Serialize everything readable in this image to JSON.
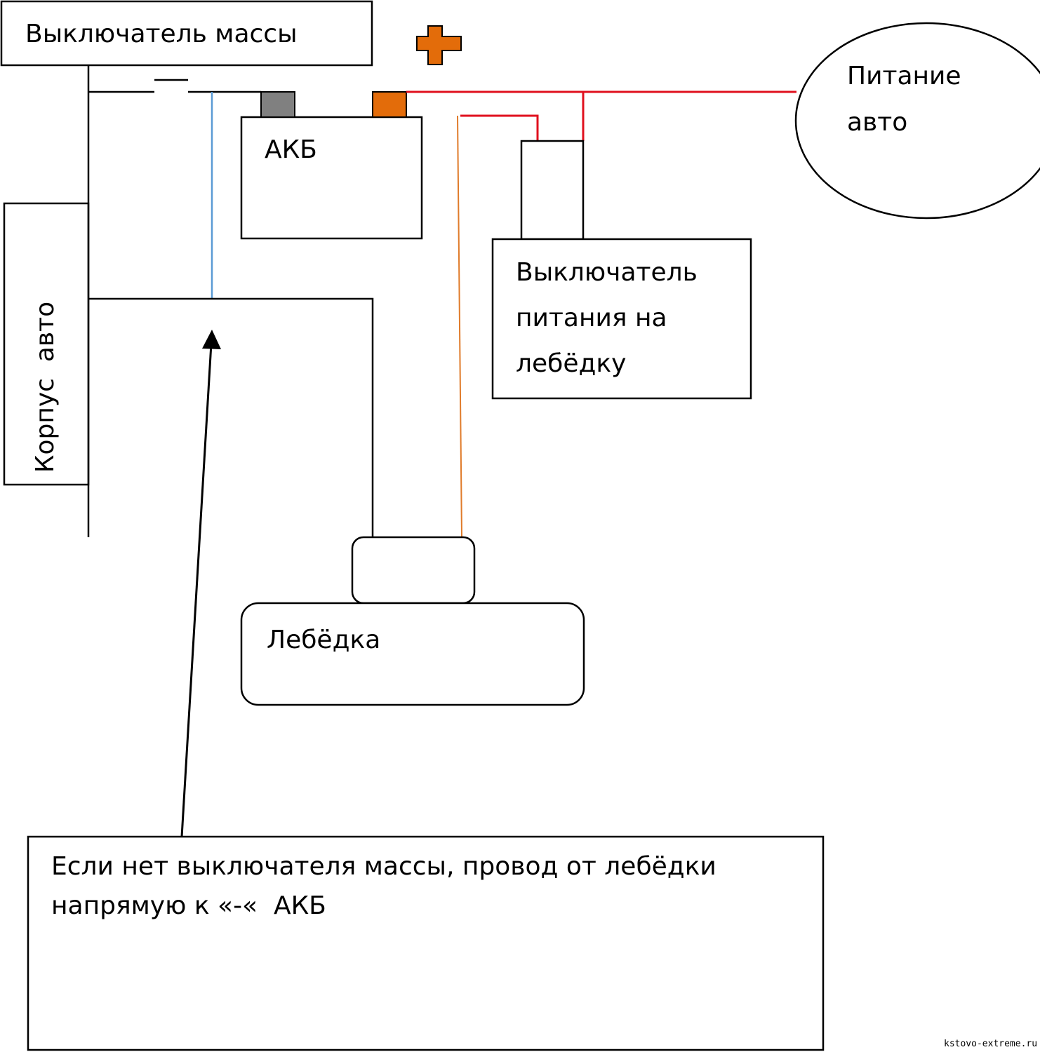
{
  "labels": {
    "mass_switch": "Выключатель массы",
    "battery": "АКБ",
    "car_power": "Питание авто",
    "winch_switch": "Выключатель питания на лебёдку",
    "car_body": "Корпус  авто",
    "winch": "Лебёдка",
    "note": "Если нет выключателя массы, провод от лебёдки напрямую к «-«  АКБ",
    "watermark": "kstovo-extreme.ru"
  },
  "colors": {
    "positive_wire": "#e0101e",
    "ground_wire": "#5b9bd5",
    "winch_wire": "#e07b2a",
    "positive_terminal": "#e36c0a",
    "negative_terminal": "#808080",
    "outline": "#000000"
  },
  "icons": {
    "plus_sign": "plus-icon"
  }
}
